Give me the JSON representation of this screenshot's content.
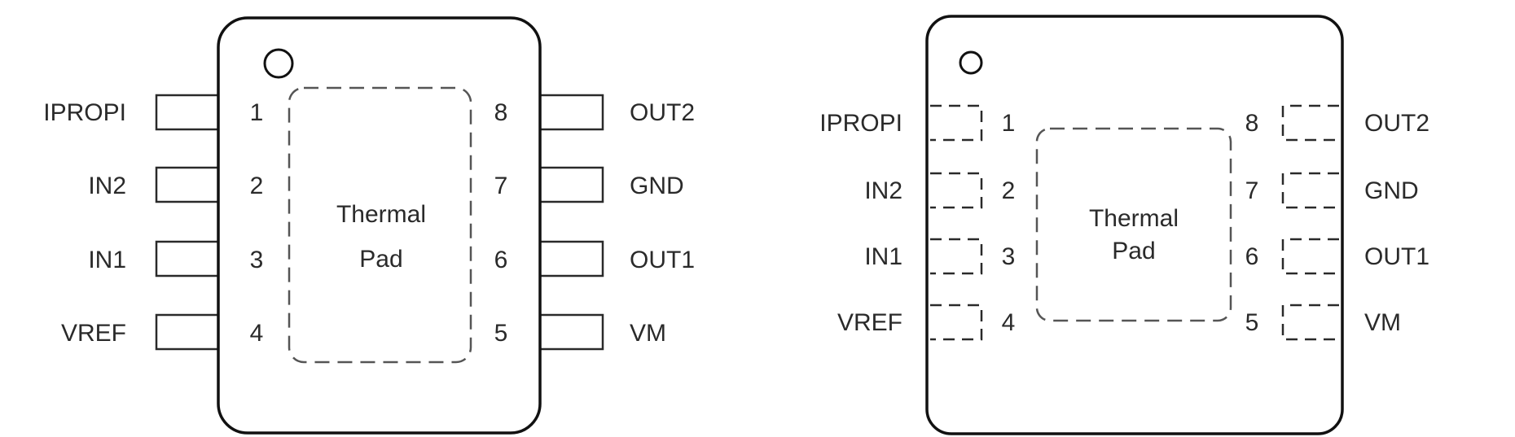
{
  "diagrams": [
    {
      "name": "soic8-package",
      "left_pins": [
        {
          "label": "IPROPI",
          "number": "1"
        },
        {
          "label": "IN2",
          "number": "2"
        },
        {
          "label": "IN1",
          "number": "3"
        },
        {
          "label": "VREF",
          "number": "4"
        }
      ],
      "right_pins": [
        {
          "label": "OUT2",
          "number": "8"
        },
        {
          "label": "GND",
          "number": "7"
        },
        {
          "label": "OUT1",
          "number": "6"
        },
        {
          "label": "VM",
          "number": "5"
        }
      ],
      "pad_line1": "Thermal",
      "pad_line2": "Pad"
    },
    {
      "name": "wson8-package",
      "left_pins": [
        {
          "label": "IPROPI",
          "number": "1"
        },
        {
          "label": "IN2",
          "number": "2"
        },
        {
          "label": "IN1",
          "number": "3"
        },
        {
          "label": "VREF",
          "number": "4"
        }
      ],
      "right_pins": [
        {
          "label": "OUT2",
          "number": "8"
        },
        {
          "label": "GND",
          "number": "7"
        },
        {
          "label": "OUT1",
          "number": "6"
        },
        {
          "label": "VM",
          "number": "5"
        }
      ],
      "pad_line1": "Thermal",
      "pad_line2": "Pad"
    }
  ]
}
